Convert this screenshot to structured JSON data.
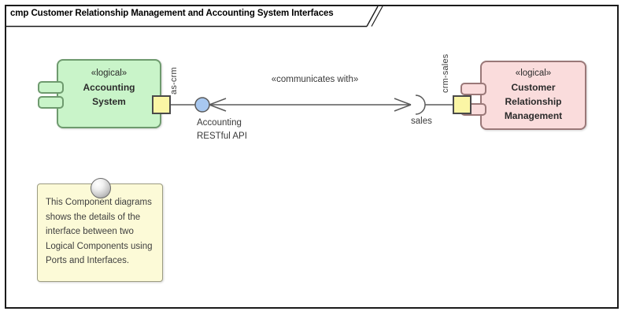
{
  "diagram": {
    "frame_title": "cmp Customer Relationship Management and Accounting System Interfaces"
  },
  "accounting_component": {
    "stereotype": "«logical»",
    "name_lines": [
      "Accounting",
      "System"
    ],
    "port_label": "as-crm"
  },
  "crm_component": {
    "stereotype": "«logical»",
    "name_lines": [
      "Customer",
      "Relationship",
      "Management"
    ],
    "port_label": "crm-sales"
  },
  "connector": {
    "label": "«communicates with»",
    "provided_interface_name_lines": [
      "Accounting",
      "RESTful API"
    ],
    "required_interface_name": "sales"
  },
  "note": {
    "text": "This Component diagrams shows the details of the interface between two Logical Components using Ports and Interfaces."
  },
  "colors": {
    "accounting_fill": "#C9F4C9",
    "accounting_border": "#6E9A6E",
    "crm_fill": "#FADCDC",
    "crm_border": "#9A7878",
    "port_fill": "#FBF6A5",
    "port_border": "#4A4A4A",
    "ball_fill": "#A8C8F0",
    "note_fill": "#FCFAD7",
    "note_border": "#9C9C82",
    "line": "#5A5A5A"
  }
}
